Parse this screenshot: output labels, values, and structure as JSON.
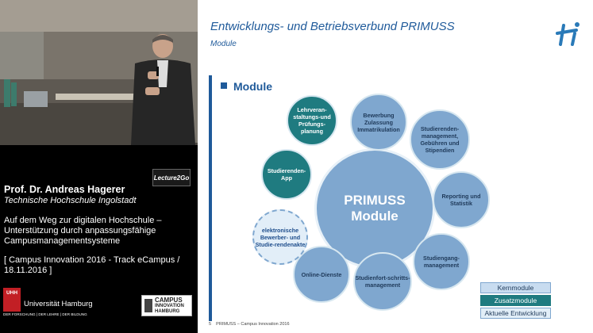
{
  "speaker": {
    "name": "Prof. Dr. Andreas Hagerer",
    "institution": "Technische Hochschule Ingolstadt",
    "talk_title": "Auf dem Weg zur digitalen Hochschule – Unterstützung durch anpassungsfähige Campusmanagementsysteme",
    "event": "[ Campus Innovation 2016 - Track eCampus / 18.11.2016 ]"
  },
  "logos": {
    "lecture2go": "Lecture2Go",
    "uhh_short": "UHH",
    "uni_name": "Universität Hamburg",
    "uni_tagline": "DER FORSCHUNG | DER LEHRE | DER BILDUNG",
    "campus_logo_line1": "CAMPUS",
    "campus_logo_line2": "INNOVATION",
    "campus_logo_line3": "HAMBURG"
  },
  "slide": {
    "title": "Entwicklungs- und Betriebsverbund PRIMUSS",
    "subtitle": "Module",
    "section_heading": "Module",
    "center_label": "PRIMUSS Module",
    "footer": "5    PRIMUSS – Campus Innovation 2016",
    "modules": {
      "lehrveranstaltung": "Lehrveran-staltungs-und Prüfungs-planung",
      "bewerbung": "Bewerbung Zulassung Immatrikulation",
      "studierendenmanagement": "Studierenden-management, Gebühren und Stipendien",
      "reporting": "Reporting und Statistik",
      "studiengang": "Studiengang-management",
      "studienfort": "Studienfort-schritts-management",
      "online": "Online-Dienste",
      "akte": "elektronische Bewerber- und Studie-rendenakte",
      "app": "Studierenden-App"
    },
    "legend": {
      "kern": "Kernmodule",
      "zusatz": "Zusatzmodule",
      "aktuell": "Aktuelle Entwicklung"
    },
    "colors": {
      "core": "#7fa7cf",
      "additional": "#1f7b80",
      "current": "#e2eef8",
      "title": "#1f5a9a"
    }
  }
}
